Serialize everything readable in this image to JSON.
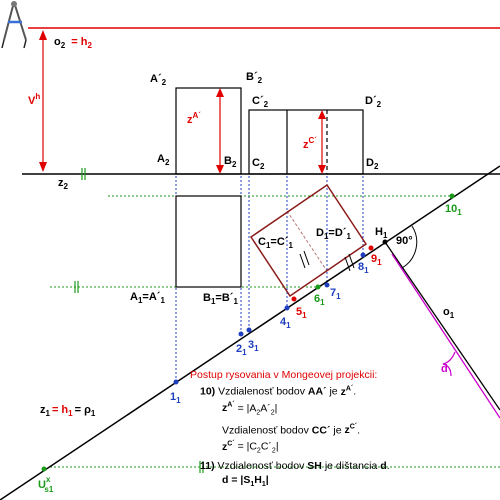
{
  "labels": {
    "o2": "o",
    "o2_sub": "2",
    "h2": "= h",
    "h2_sub": "2",
    "vh": "V",
    "vh_sup": "h",
    "z2": "z",
    "z2_sub": "2",
    "A2p": "A´",
    "A2p_sub": "2",
    "B2p": "B´",
    "B2p_sub": "2",
    "C2p": "C´",
    "C2p_sub": "2",
    "D2p": "D´",
    "D2p_sub": "2",
    "A2": "A",
    "A2_sub": "2",
    "B2": "B",
    "B2_sub": "2",
    "C2": "C",
    "C2_sub": "2",
    "D2": "D",
    "D2_sub": "2",
    "zA": "z",
    "zA_sup": "A´",
    "zC": "z",
    "zC_sup": "C´",
    "A1": "A",
    "A1_sub": "1",
    "A1_eq": "=A´",
    "A1_eq_sub": "1",
    "B1": "B",
    "B1_sub": "1",
    "B1_eq": "=B´",
    "B1_eq_sub": "1",
    "C1": "C",
    "C1_sub": "1",
    "C1_eq": "=C´",
    "C1_eq_sub": "1",
    "D1": "D",
    "D1_sub": "1",
    "D1_eq": "=D´",
    "D1_eq_sub": "1",
    "H1": "H",
    "H1_sub": "1",
    "angle": "90°",
    "o1": "o",
    "o1_sub": "1",
    "d": "d",
    "z1": "z",
    "z1_sub": "1",
    "z1_h1": "= h",
    "z1_h1_sub": "1",
    "z1_rho": "= ρ",
    "z1_rho_sub": "1",
    "Ux": "U",
    "Ux_sup": "x",
    "Ux_sub": "s1",
    "n1": "1",
    "n2": "2",
    "n3": "3",
    "n4": "4",
    "n5": "5",
    "n6": "6",
    "n7": "7",
    "n8": "8",
    "n9": "9",
    "n10": "10",
    "nsub": "1"
  },
  "note": {
    "title": "Postup rysovania v Mongeovej projekcii:",
    "step10_num": "10)",
    "step10_a": "Vzdialenosť bodov",
    "step10_b": "AA´",
    "step10_c": "je",
    "step10_z": "z",
    "step10_zsup": "A´",
    "step10_eq_z": "z",
    "step10_eq_zsup": "A´",
    "step10_eq": "= |A",
    "step10_eq_s1": "2",
    "step10_eq2": "A´",
    "step10_eq_s2": "2",
    "step10_eq3": "|",
    "stepC_a": "Vzdialenosť bodov",
    "stepC_b": "CC´",
    "stepC_c": "je",
    "stepC_z": "z",
    "stepC_zsup": "C´",
    "stepC_eq_z": "z",
    "stepC_eq_zsup": "C´",
    "stepC_eq": "= |C",
    "stepC_eq_s1": "2",
    "stepC_eq2": "C´",
    "stepC_eq_s2": "2",
    "stepC_eq3": "|",
    "step11_num": "11)",
    "step11_a": "Vzdialenosť bodov",
    "step11_b": "SH",
    "step11_c": "je dištancia",
    "step11_d": "d",
    "step11_eq": "d = |S",
    "step11_eq_s1": "1",
    "step11_eq2": "H",
    "step11_eq_s2": "1",
    "step11_eq3": "|"
  },
  "colors": {
    "red": "#e00000",
    "blue": "#1f3fbf",
    "green": "#1a9a1a",
    "magenta": "#cc00cc",
    "darkred": "#8b1a1a",
    "black": "#000000"
  },
  "icons": {
    "compass": "compass-icon"
  }
}
